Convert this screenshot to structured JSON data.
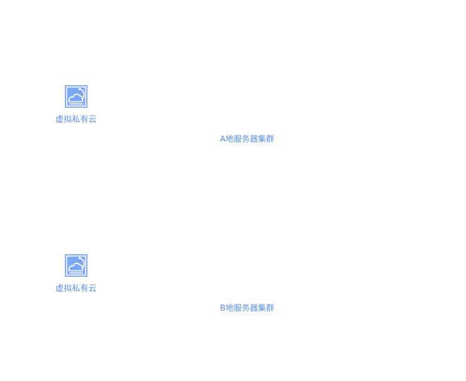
{
  "colors": {
    "accent": "#5b8ff0",
    "icon_fill": "#7aa6f5",
    "background": "#ffffff"
  },
  "groups": [
    {
      "node": {
        "icon": "cloud-icon",
        "label": "虚拟私有云"
      },
      "cluster_label": "A地服务器集群"
    },
    {
      "node": {
        "icon": "cloud-icon",
        "label": "虚拟私有云"
      },
      "cluster_label": "B地服务器集群"
    }
  ]
}
